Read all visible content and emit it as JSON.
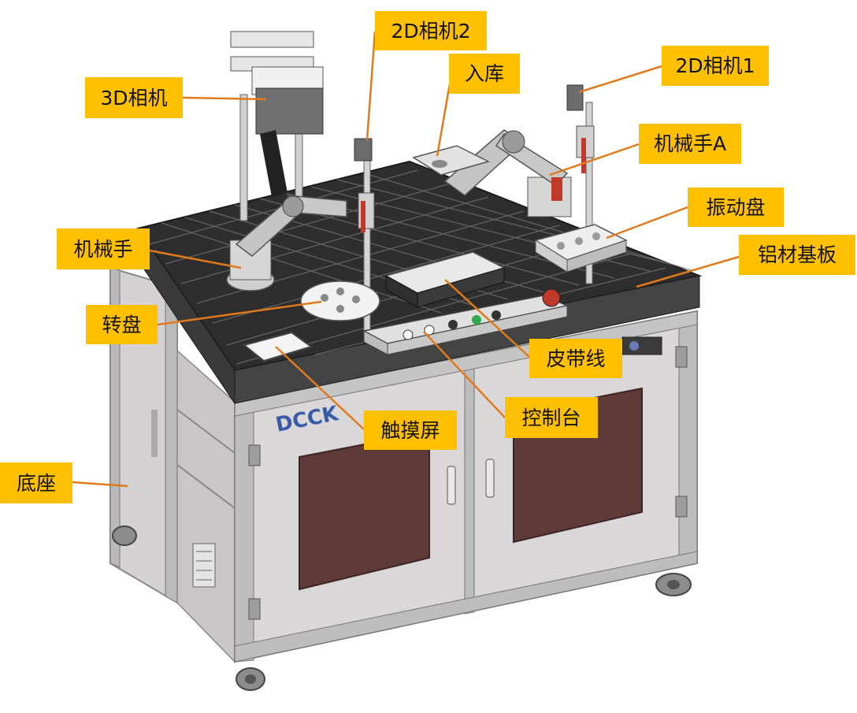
{
  "diagram": {
    "brand_logo": "DCCK",
    "labels": {
      "camera_3d": "3D相机",
      "camera_2d_2": "2D相机2",
      "storage_in": "入库",
      "camera_2d_1": "2D相机1",
      "robot_arm_a": "机械手A",
      "vibration_plate": "振动盘",
      "robot_arm": "机械手",
      "aluminum_base_plate": "铝材基板",
      "turntable": "转盘",
      "belt_line": "皮带线",
      "control_console": "控制台",
      "touch_screen": "触摸屏",
      "base": "底座"
    }
  },
  "colors": {
    "label_bg": "#ffc000",
    "leader_line": "#e07a1c",
    "frame": "#c9c9c9",
    "cabinet_panel": "#d8d6d6",
    "door_window": "#5e3a38",
    "grid_table": "#2e2e2e",
    "logo_blue": "#3a5ca8"
  }
}
